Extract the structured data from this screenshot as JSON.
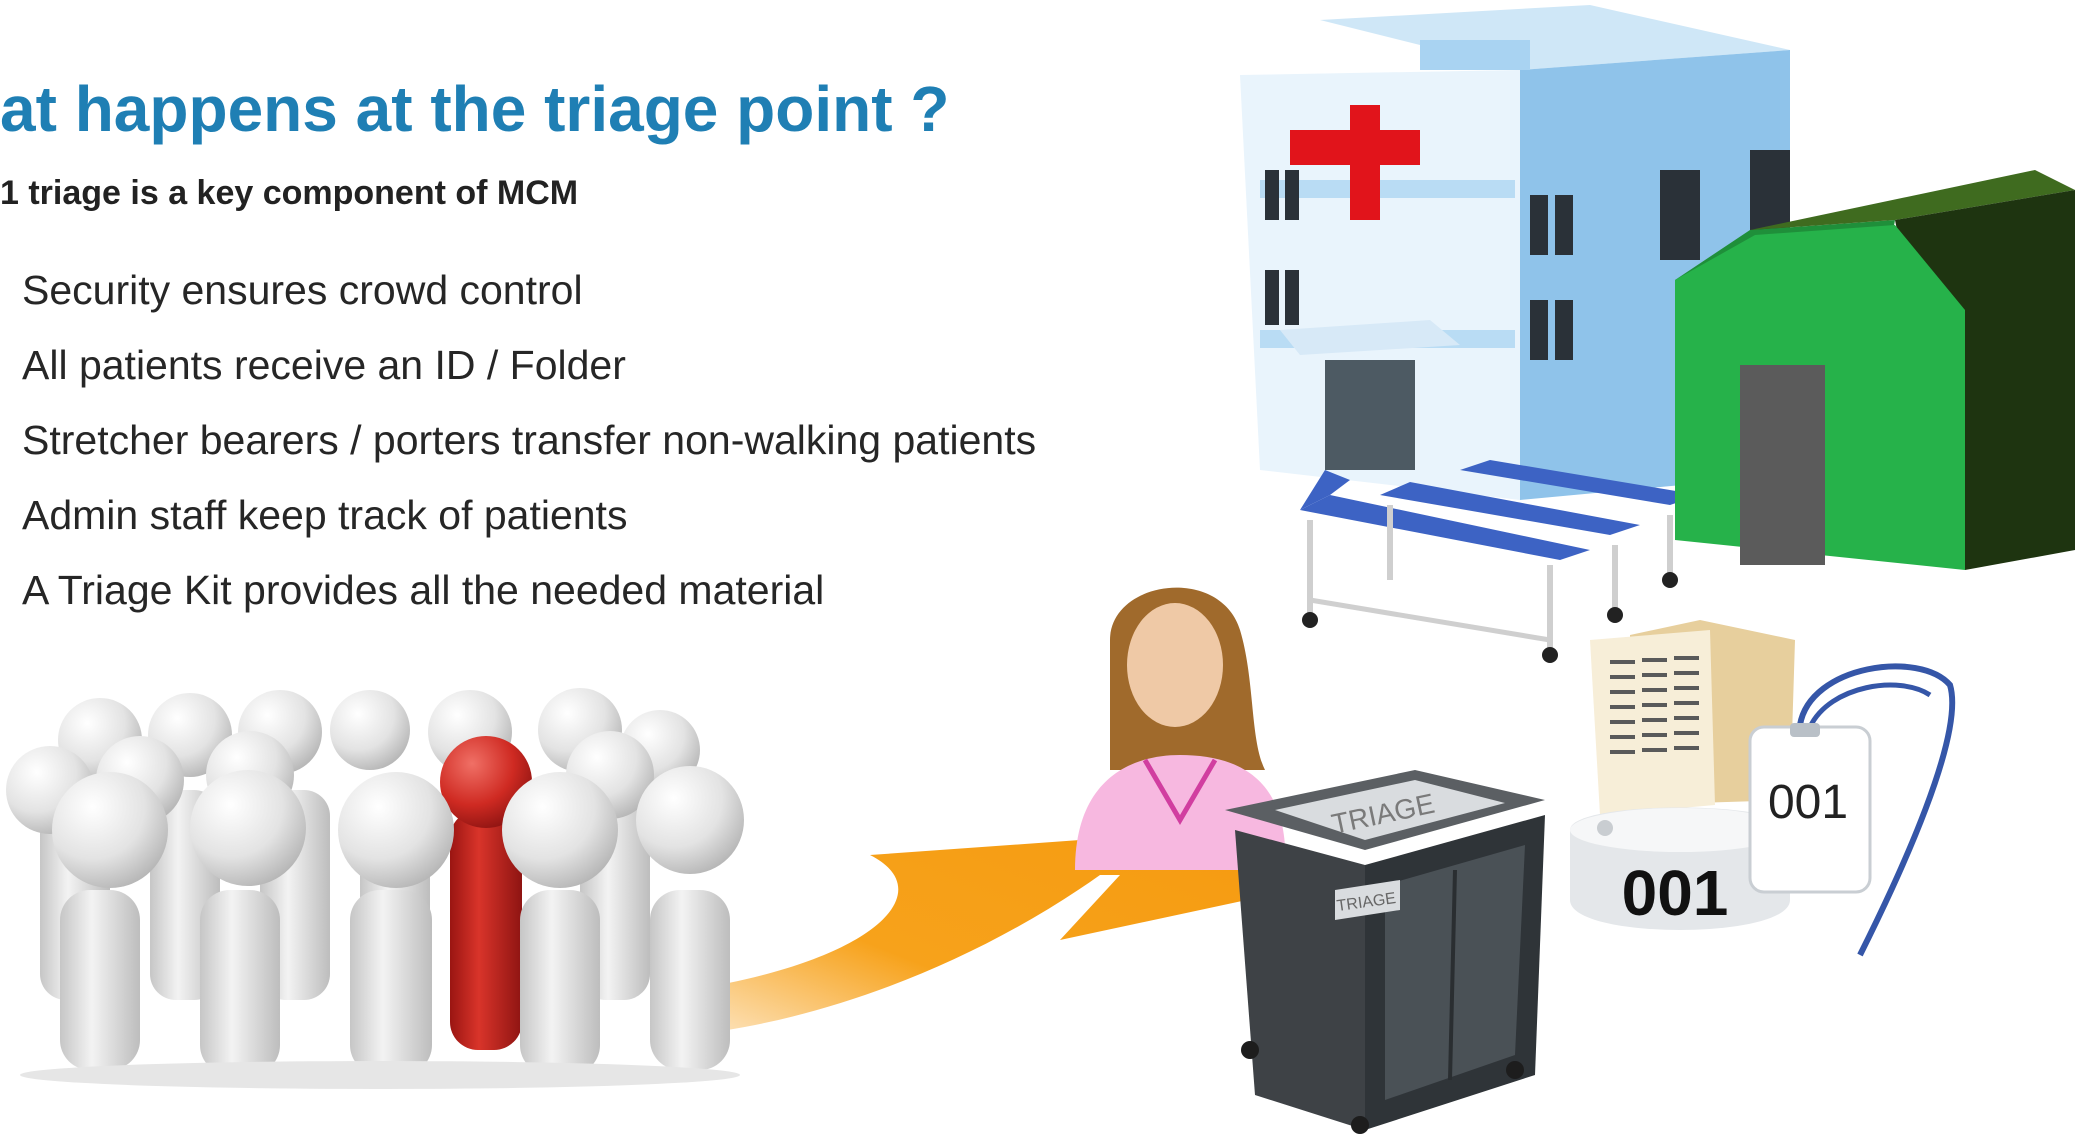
{
  "slide": {
    "title": "at happens at the triage point ?",
    "subtitle": "1 triage is a key component of MCM",
    "bullets": [
      "Security ensures crowd control",
      "All patients receive an ID / Folder",
      "Stretcher bearers / porters transfer non-walking patients",
      "Admin staff keep track of patients",
      "A Triage Kit provides all the needed material"
    ]
  },
  "illustrations": {
    "cart_top_label": "TRIAGE",
    "cart_door_label": "TRIAGE",
    "tag_number": "001",
    "wristband_number": "001"
  },
  "colors": {
    "title": "#1f7fb4",
    "arrow": "#f7a21b",
    "red_cross": "#e1141b",
    "tent": "#26b24a",
    "crowd_highlight": "#c8211d"
  },
  "icons": [
    "hospital-icon",
    "tent-icon",
    "stretcher-icon",
    "crowd-icon",
    "nurse-icon",
    "arrow-icon",
    "triage-cart-icon",
    "folder-icon",
    "wristband-icon",
    "id-tag-icon"
  ]
}
